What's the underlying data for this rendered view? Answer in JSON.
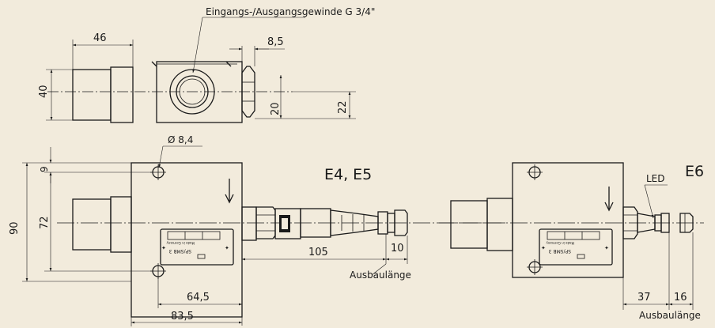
{
  "callouts": {
    "thread_note": "Eingangs-/Ausgangsgewinde G 3/4\"",
    "led": "LED"
  },
  "variants": {
    "e4_e5": "E4, E5",
    "e6": "E6"
  },
  "dimensions": {
    "top_width": "46",
    "top_height": "40",
    "top_nut": "8,5",
    "top_20": "20",
    "top_22": "22",
    "hole_dia": "Ø 8,4",
    "front_9": "9",
    "front_72": "72",
    "front_90": "90",
    "front_64_5": "64,5",
    "front_83_5": "83,5",
    "conn_105": "105",
    "conn_10": "10",
    "e6_37": "37",
    "e6_16": "16"
  },
  "labels": {
    "removal_length_1": "Ausbaulänge",
    "removal_length_2": "Ausbaulänge"
  },
  "nameplate": {
    "model": "SP/SMB 3",
    "made_in": "Made in Germany"
  },
  "colors": {
    "background": "#f2ebdc",
    "line": "#1a1a1a"
  }
}
